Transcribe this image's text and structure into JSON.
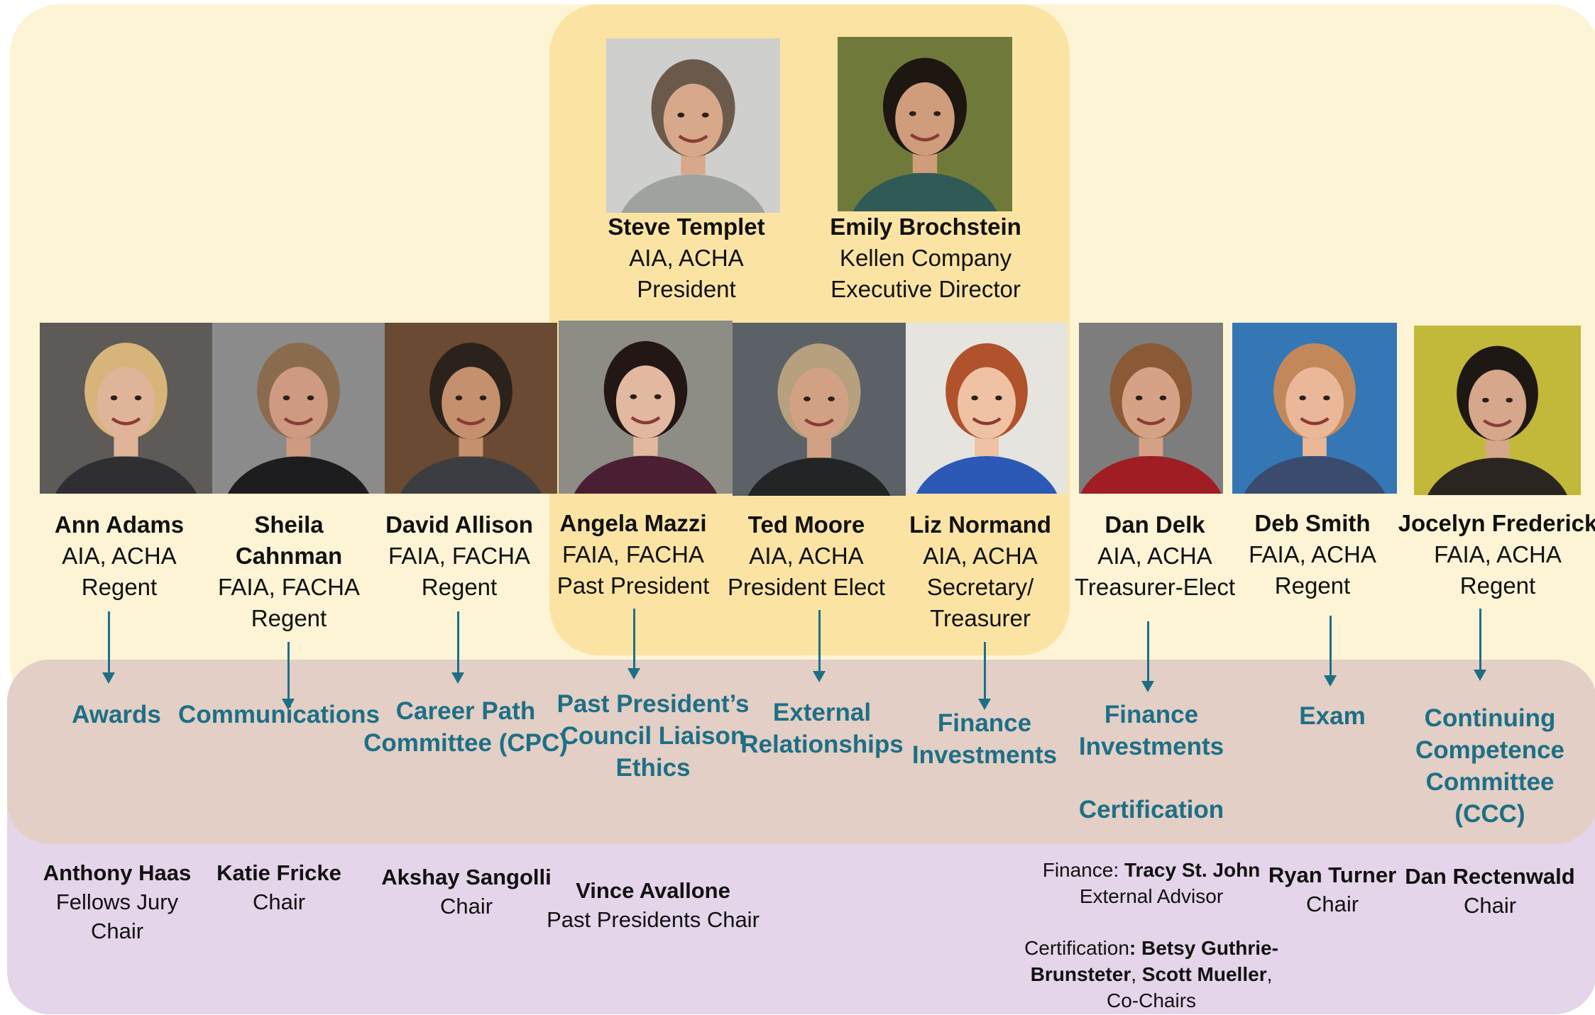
{
  "executives": [
    {
      "name": "Steve Templet",
      "line1": "AIA, ACHA",
      "line2": "President",
      "colors": {
        "bg": "#cfcfcd",
        "shirt": "#9ea3a0",
        "skin": "#d8a88a",
        "hair": "#6b5a4c"
      }
    },
    {
      "name": "Emily Brochstein",
      "line1": "Kellen Company",
      "line2": "Executive Director",
      "colors": {
        "bg": "#6f7a3a",
        "shirt": "#2f5a56",
        "skin": "#cf9c7c",
        "hair": "#1d1611"
      }
    }
  ],
  "officers": [
    {
      "name": "Ann Adams",
      "line1": "AIA, ACHA",
      "line2": "Regent",
      "colors": {
        "bg": "#5d5a58",
        "shirt": "#2e2e33",
        "skin": "#e0b499",
        "hair": "#d7b47a"
      }
    },
    {
      "name": "Sheila Cahnman",
      "line1": "FAIA, FACHA",
      "line2": "Regent",
      "colors": {
        "bg": "#8b8b8b",
        "shirt": "#1d1d1f",
        "skin": "#cf9a82",
        "hair": "#8b6b4e"
      }
    },
    {
      "name": "David Allison",
      "line1": "FAIA, FACHA",
      "line2": "Regent",
      "colors": {
        "bg": "#6a4a33",
        "shirt": "#3b3d42",
        "skin": "#c4906d",
        "hair": "#2b221c"
      }
    },
    {
      "name": "Angela Mazzi",
      "line1": "FAIA, FACHA",
      "line2": "Past President",
      "colors": {
        "bg": "#8d8d86",
        "shirt": "#4a1e33",
        "skin": "#e2b9a0",
        "hair": "#231715"
      }
    },
    {
      "name": "Ted Moore",
      "line1": "AIA, ACHA",
      "line2": "President Elect",
      "colors": {
        "bg": "#5b6166",
        "shirt": "#232426",
        "skin": "#d2a184",
        "hair": "#b6a07d"
      }
    },
    {
      "name": "Liz Normand",
      "line1": "AIA, ACHA",
      "line2": "Secretary/",
      "line3": "Treasurer",
      "colors": {
        "bg": "#e6e4df",
        "shirt": "#2c59b6",
        "skin": "#efc2a4",
        "hair": "#b0522b"
      }
    },
    {
      "name": "Dan Delk",
      "line1": "AIA, ACHA",
      "line2": "Treasurer-Elect",
      "colors": {
        "bg": "#7d7d7d",
        "shirt": "#a01d24",
        "skin": "#d6a286",
        "hair": "#8a5a36"
      }
    },
    {
      "name": "Deb Smith",
      "line1": "FAIA, ACHA",
      "line2": "Regent",
      "colors": {
        "bg": "#3576b5",
        "shirt": "#3a4b6e",
        "skin": "#eab799",
        "hair": "#c2885a"
      }
    },
    {
      "name": "Jocelyn Frederick",
      "line1": "FAIA, ACHA",
      "line2": "Regent",
      "colors": {
        "bg": "#c2b83a",
        "shirt": "#2a2520",
        "skin": "#d6a78a",
        "hair": "#1e1814"
      }
    }
  ],
  "committees": [
    {
      "lines": [
        "Awards"
      ]
    },
    {
      "lines": [
        "Communications"
      ]
    },
    {
      "lines": [
        "Career Path",
        "Committee (CPC)"
      ]
    },
    {
      "lines": [
        "Past President’s",
        "Council Liaison",
        "Ethics"
      ]
    },
    {
      "lines": [
        "External",
        "Relationships"
      ]
    },
    {
      "lines": [
        "Finance",
        "Investments"
      ]
    },
    {
      "lines": [
        "Finance",
        "Investments"
      ],
      "extra": "Certification"
    },
    {
      "lines": [
        "Exam"
      ]
    },
    {
      "lines": [
        "Continuing",
        "Competence",
        "Committee",
        "(CCC)"
      ]
    }
  ],
  "chairs": {
    "anthony": {
      "name": "Anthony Haas",
      "line1": "Fellows Jury",
      "line2": "Chair"
    },
    "katie": {
      "name": "Katie Fricke",
      "line1": "Chair"
    },
    "akshay": {
      "name": "Akshay Sangolli",
      "line1": "Chair"
    },
    "vince": {
      "name": "Vince Avallone",
      "line1": "Past Presidents Chair"
    },
    "finance": {
      "prefix": "Finance: ",
      "name": "Tracy St. John",
      "line1": "External  Advisor"
    },
    "certification": {
      "prefix": "Certification",
      "name1": ": Betsy Guthrie-",
      "name2a": "Brunsteter",
      ", ": ", ",
      "name2b": "Scott Mueller",
      "comma": ",",
      "line": "Co-Chairs"
    },
    "ryan": {
      "name": "Ryan Turner",
      "line1": "Chair"
    },
    "dan": {
      "name": "Dan Rectenwald",
      "line1": "Chair"
    }
  },
  "colors": {
    "teal": "#1d6f86",
    "top_band": "#fdf4d6",
    "exec_band": "#fbe4a3",
    "committee_band": "#e3cfc5",
    "chair_band": "#e4d5ea"
  }
}
